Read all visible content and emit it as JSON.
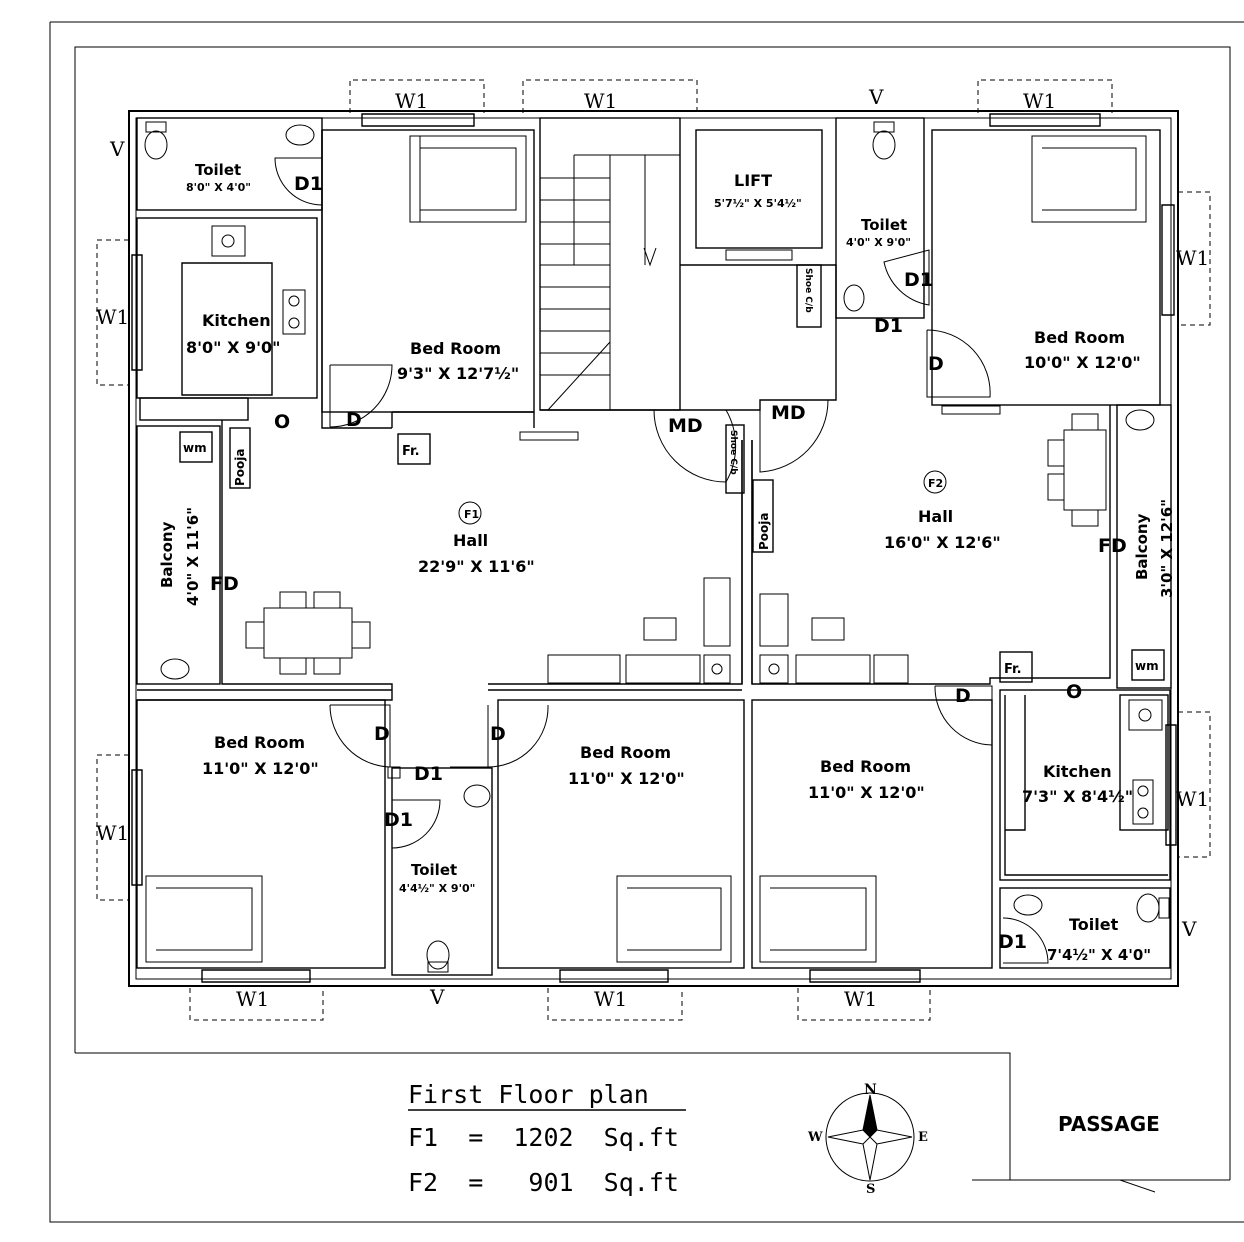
{
  "plan": {
    "title": "First Floor plan",
    "area_f1": "F1  =  1202  Sq.ft",
    "area_f2": "F2  =   901  Sq.ft",
    "passage": "PASSAGE",
    "compass": {
      "n": "N",
      "s": "S",
      "e": "E",
      "w": "W"
    }
  },
  "rooms": {
    "toilet_nw": {
      "name": "Toilet",
      "size": "8'0\" X 4'0\""
    },
    "kitchen_f1": {
      "name": "Kitchen",
      "size": "8'0\" X 9'0\""
    },
    "bed_n1": {
      "name": "Bed Room",
      "size": "9'3\" X 12'7½\""
    },
    "lift": {
      "name": "LIFT",
      "size": "5'7½\" X 5'4½\""
    },
    "toilet_ne": {
      "name": "Toilet",
      "size": "4'0\" X 9'0\""
    },
    "bed_ne": {
      "name": "Bed Room",
      "size": "10'0\" X 12'0\""
    },
    "hall_f1": {
      "tag": "F1",
      "name": "Hall",
      "size": "22'9\" X 11'6\""
    },
    "hall_f2": {
      "tag": "F2",
      "name": "Hall",
      "size": "16'0\" X 12'6\""
    },
    "balcony_f1": {
      "name": "Balcony",
      "size": "4'0\" X 11'6\""
    },
    "balcony_f2": {
      "name": "Balcony",
      "size": "3'0\" X 12'6\""
    },
    "bed_sw": {
      "name": "Bed Room",
      "size": "11'0\" X 12'0\""
    },
    "bed_sc": {
      "name": "Bed Room",
      "size": "11'0\" X 12'0\""
    },
    "bed_se": {
      "name": "Bed Room",
      "size": "11'0\" X 12'0\""
    },
    "toilet_s": {
      "name": "Toilet",
      "size": "4'4½\" X 9'0\""
    },
    "kitchen_f2": {
      "name": "Kitchen",
      "size": "7'3\" X 8'4½\""
    },
    "toilet_se": {
      "name": "Toilet",
      "size": "7'4½\" X 4'0\""
    }
  },
  "labels": {
    "w1": "W1",
    "v": "V",
    "d": "D",
    "d1": "D1",
    "md": "MD",
    "fd": "FD",
    "o": "O",
    "fr": "Fr.",
    "wm": "wm",
    "pooja": "Pooja",
    "shoe": "Shoe C/b"
  }
}
